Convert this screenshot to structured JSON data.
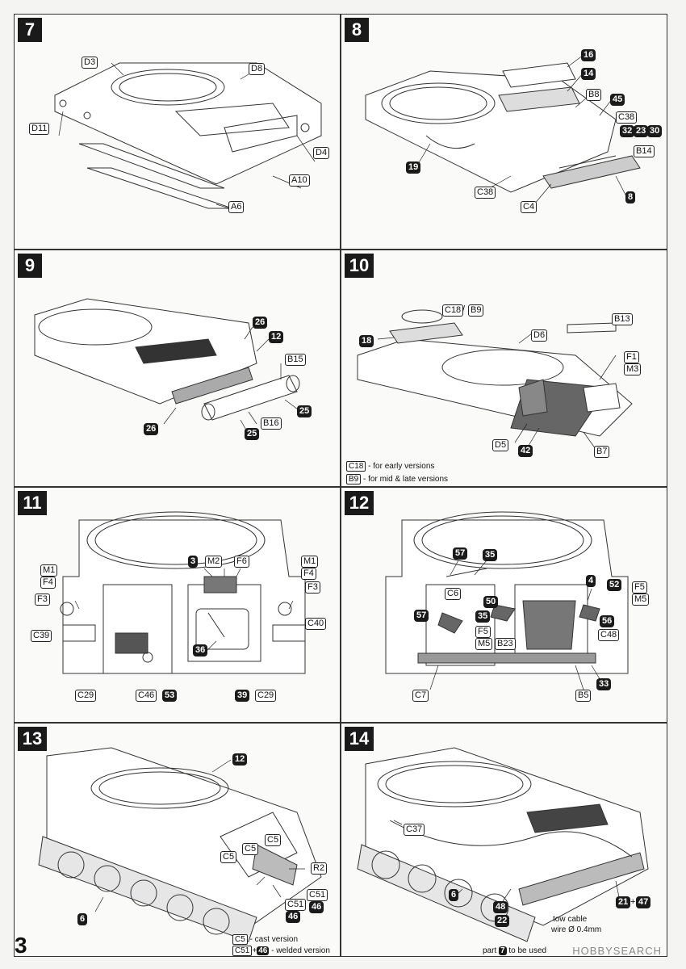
{
  "colors": {
    "ink": "#1a1a1a",
    "line": "#333333",
    "paper": "#fafaf8"
  },
  "steps": [
    {
      "number": "7",
      "labels": {
        "D3": "D3",
        "D8": "D8",
        "D11": "D11",
        "D4": "D4",
        "A10": "A10",
        "A6": "A6"
      }
    },
    {
      "number": "8",
      "labels": {
        "n16": "16",
        "n14": "14",
        "B8": "B8",
        "n45": "45",
        "C38a": "C38",
        "n32": "32",
        "n23": "23",
        "n30": "30",
        "B14": "B14",
        "n19": "19",
        "C38b": "C38",
        "C4": "C4",
        "n8": "8"
      }
    },
    {
      "number": "9",
      "labels": {
        "n26a": "26",
        "n12": "12",
        "B15": "B15",
        "n25a": "25",
        "B16": "B16",
        "n26b": "26",
        "n25b": "25"
      }
    },
    {
      "number": "10",
      "labels": {
        "C18": "C18",
        "B9": "B9",
        "B13": "B13",
        "n18": "18",
        "D6": "D6",
        "F1": "F1",
        "M3": "M3",
        "D5": "D5",
        "n42": "42",
        "B7": "B7"
      },
      "notes": [
        {
          "tag": "C18",
          "text": " - for early versions"
        },
        {
          "tag": "B9",
          "text": " - for mid & late versions"
        }
      ]
    },
    {
      "number": "11",
      "labels": {
        "n3": "3",
        "M2": "M2",
        "F6": "F6",
        "M1L": "M1",
        "F4L": "F4",
        "M1R": "M1",
        "F4R": "F4",
        "F3L": "F3",
        "F3R": "F3",
        "C39": "C39",
        "C40": "C40",
        "n36": "36",
        "C29L": "C29",
        "C46": "C46",
        "n53": "53",
        "n39": "39",
        "C29R": "C29"
      }
    },
    {
      "number": "12",
      "labels": {
        "n57a": "57",
        "n35a": "35",
        "n4": "4",
        "n52": "52",
        "F5a": "F5",
        "M5a": "M5",
        "C6": "C6",
        "n50": "50",
        "n35b": "35",
        "n57b": "57",
        "F5b": "F5",
        "M5b": "M5",
        "B23": "B23",
        "n56": "56",
        "C48": "C48",
        "C7": "C7",
        "B5": "B5",
        "n33": "33"
      }
    },
    {
      "number": "13",
      "labels": {
        "n12": "12",
        "C5a": "C5",
        "C5b": "C5",
        "C5c": "C5",
        "R2": "R2",
        "C51a": "C51",
        "n46a": "46",
        "C51b": "C51",
        "n46b": "46",
        "n6": "6"
      },
      "notes": [
        {
          "tag": "C5",
          "text": " - cast version"
        },
        {
          "tag": "C51",
          "plus": "+",
          "dtag": "46",
          "text": " - welded version"
        }
      ]
    },
    {
      "number": "14",
      "labels": {
        "C37": "C37",
        "n6": "6",
        "n48": "48",
        "n22": "22",
        "n21": "21",
        "n47": "47",
        "cable1": "tow cable",
        "cable2": "wire Ø 0.4mm"
      },
      "notes": [
        {
          "pre": "part ",
          "dtag": "7",
          "text": " to be used"
        }
      ]
    }
  ],
  "page_number": "3",
  "watermark": "HOBBYSEARCH"
}
